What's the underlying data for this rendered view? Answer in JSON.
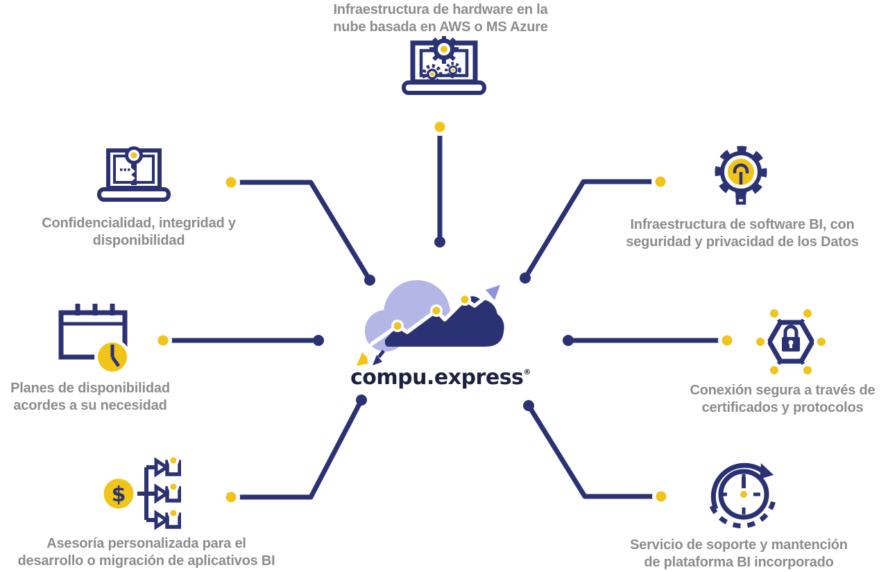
{
  "colors": {
    "navy": "#2b3274",
    "lavender": "#b4b6e5",
    "periwinkle": "#8f94d9",
    "yellow": "#f0c419",
    "gray": "#8c8c8f",
    "logo": "#1d2040"
  },
  "logo": {
    "text": "compu.express",
    "registered": "®",
    "dollar": "$"
  },
  "nodes": [
    {
      "id": "hardware-cloud",
      "icon": "laptop-gears-icon",
      "lines": [
        "Infraestructura de hardware en la",
        "nube basada en AWS o MS Azure"
      ]
    },
    {
      "id": "confidentiality",
      "icon": "laptop-key-icon",
      "lines": [
        "Confidencialidad, integridad y",
        "disponibilidad"
      ]
    },
    {
      "id": "software-bi",
      "icon": "gear-bulb-icon",
      "lines": [
        "Infraestructura de software BI, con",
        "seguridad y privacidad de los Datos"
      ]
    },
    {
      "id": "availability-plans",
      "icon": "calendar-clock-icon",
      "lines": [
        "Planes de disponibilidad",
        "acordes a su necesidad"
      ]
    },
    {
      "id": "secure-connection",
      "icon": "hexagon-lock-icon",
      "lines": [
        "Conexión segura a través de",
        "certificados y protocolos"
      ]
    },
    {
      "id": "bi-consulting",
      "icon": "dollar-flowchart-icon",
      "lines": [
        "Asesoría personalizada para el",
        "desarrollo o migración de aplicativos BI"
      ]
    },
    {
      "id": "support-service",
      "icon": "clock-refresh-icon",
      "lines": [
        "Servicio de soporte y mantención",
        "de plataforma BI incorporado"
      ]
    }
  ]
}
